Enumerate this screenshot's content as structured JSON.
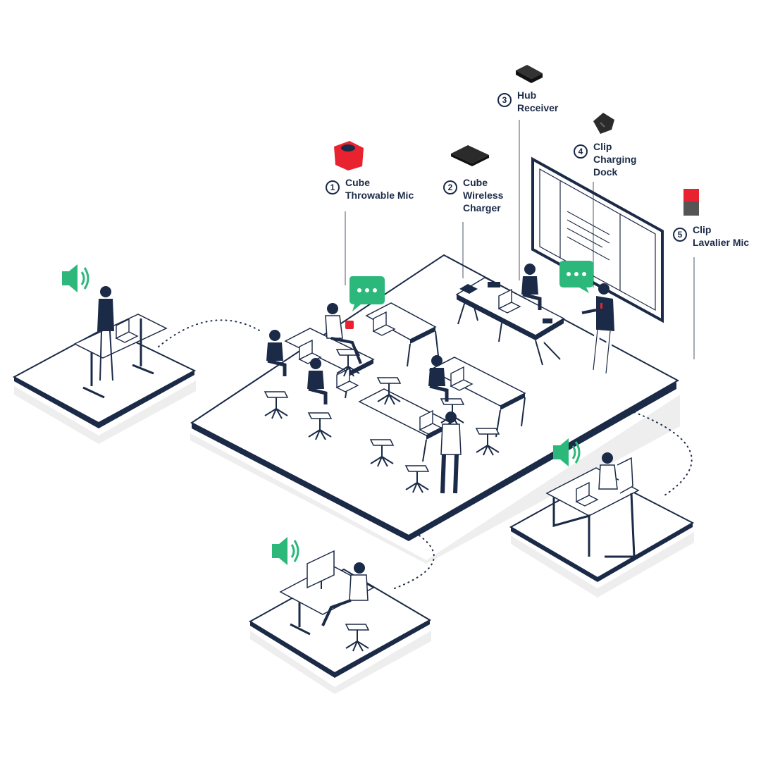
{
  "colors": {
    "navy": "#1b2a47",
    "accent_green": "#2bb87a",
    "accent_red": "#e8232f",
    "shadow": "#eeeeef"
  },
  "devices": [
    {
      "number": "1",
      "line1": "Cube",
      "line2": "Throwable Mic",
      "line3": "",
      "icon": "red-cube-mic-icon"
    },
    {
      "number": "2",
      "line1": "Cube",
      "line2": "Wireless",
      "line3": "Charger",
      "icon": "wireless-charger-icon"
    },
    {
      "number": "3",
      "line1": "Hub",
      "line2": "Receiver",
      "line3": "",
      "icon": "hub-receiver-icon"
    },
    {
      "number": "4",
      "line1": "Clip",
      "line2": "Charging",
      "line3": "Dock",
      "icon": "charging-dock-icon"
    },
    {
      "number": "5",
      "line1": "Clip",
      "line2": "Lavalier Mic",
      "line3": "",
      "icon": "lavalier-mic-icon"
    }
  ],
  "icons": {
    "speaker": "speaker-icon",
    "chat": "chat-bubble-icon"
  }
}
